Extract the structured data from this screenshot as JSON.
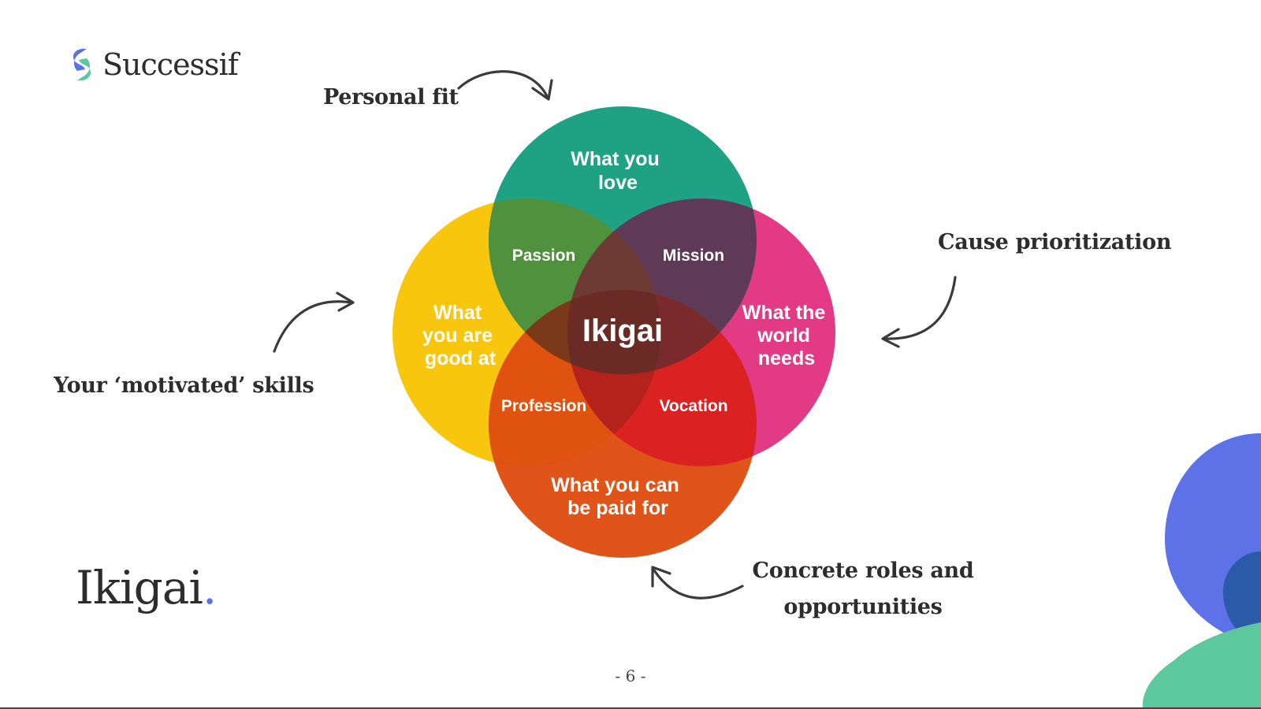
{
  "brand": {
    "name": "Successif"
  },
  "slide": {
    "title": "Ikigai",
    "title_dot": ".",
    "page_number": "- 6 -"
  },
  "annotations": {
    "personal_fit": "Personal fit",
    "cause_prioritization": "Cause prioritization",
    "motivated_skills": "Your ‘motivated’ skills",
    "concrete_roles_line1": "Concrete roles and",
    "concrete_roles_line2": "opportunities"
  },
  "venn": {
    "love": [
      "What you",
      "love"
    ],
    "good_at": [
      "What",
      "you are",
      "good at"
    ],
    "world_needs": [
      "What the",
      "world",
      "needs"
    ],
    "paid_for": [
      "What you can",
      "be paid for"
    ],
    "passion": "Passion",
    "mission": "Mission",
    "profession": "Profession",
    "vocation": "Vocation",
    "center": "Ikigai"
  },
  "colors": {
    "love": "#1ea283",
    "good_at": "#f8c60c",
    "world_needs": "#e33a86",
    "paid_for": "#e0541a",
    "passion": "#50913e",
    "mission": "#5e3a56",
    "profession": "#df5210",
    "vocation": "#da2222",
    "center": "#6a2b25",
    "brand_blue": "#5e72e8",
    "brand_green": "#5dc79e",
    "text_dark": "#2d2d2d"
  }
}
